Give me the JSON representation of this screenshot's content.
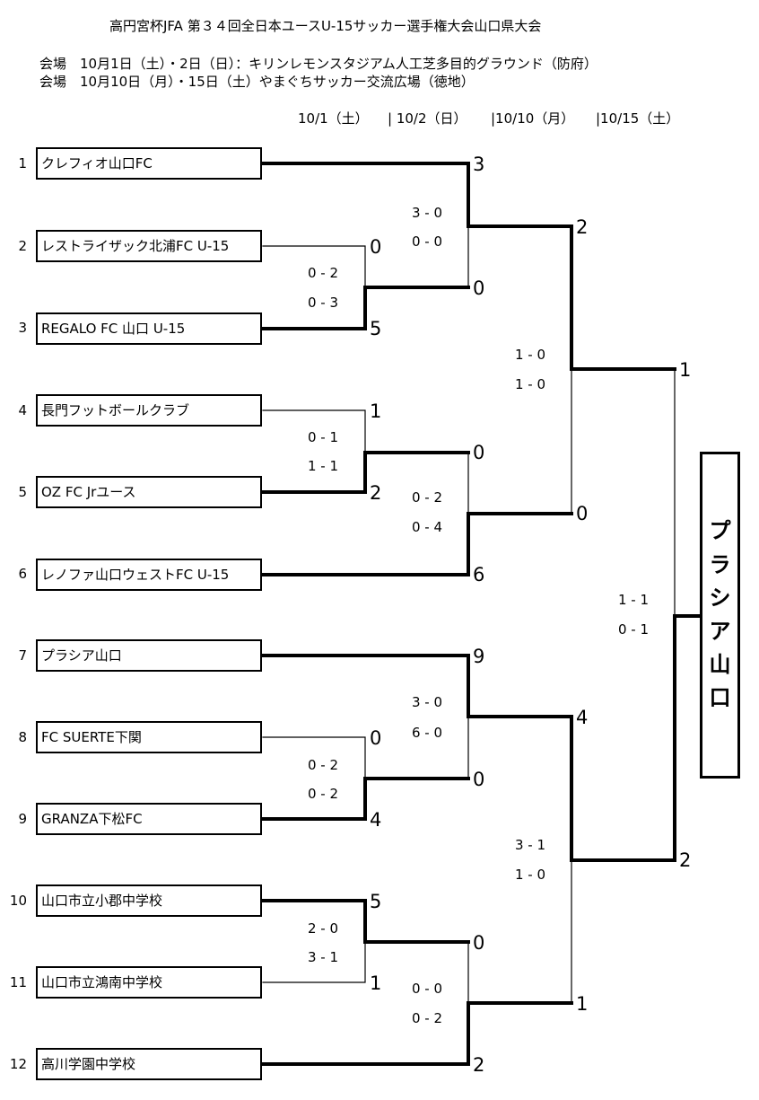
{
  "header": {
    "title": "高円宮杯JFA 第３４回全日本ユースU-15サッカー選手権大会山口県大会",
    "venue1": "会場　10月1日（土）・2日（日）：キリンレモンスタジアム人工芝多目的グラウンド（防府）",
    "venue2": "会場　10月10日（月）・15日（土）やまぐちサッカー交流広場（徳地）"
  },
  "rounds": [
    {
      "label": "10/1（土）"
    },
    {
      "label": "| 10/2（日）"
    },
    {
      "label": "|10/10（月）"
    },
    {
      "label": "|10/15（土）"
    }
  ],
  "teams": [
    {
      "num": "1",
      "name": "クレフィオ山口FC"
    },
    {
      "num": "2",
      "name": "レストライザック北浦FC U-15"
    },
    {
      "num": "3",
      "name": "REGALO FC 山口 U-15"
    },
    {
      "num": "4",
      "name": "長門フットボールクラブ"
    },
    {
      "num": "5",
      "name": "OZ FC Jrユース"
    },
    {
      "num": "6",
      "name": "レノファ山口ウェストFC U-15"
    },
    {
      "num": "7",
      "name": "プラシア山口"
    },
    {
      "num": "8",
      "name": "FC SUERTE下関"
    },
    {
      "num": "9",
      "name": "GRANZA下松FC"
    },
    {
      "num": "10",
      "name": "山口市立小郡中学校"
    },
    {
      "num": "11",
      "name": "山口市立鴻南中学校"
    },
    {
      "num": "12",
      "name": "高川学園中学校"
    }
  ],
  "r1": [
    {
      "top": "0",
      "bottom": "5",
      "h1": "0 - 2",
      "h2": "0 - 3"
    },
    {
      "top": "1",
      "bottom": "2",
      "h1": "0 - 1",
      "h2": "1 - 1"
    },
    {
      "top": "0",
      "bottom": "4",
      "h1": "0 - 2",
      "h2": "0 - 2"
    },
    {
      "top": "5",
      "bottom": "1",
      "h1": "2 - 0",
      "h2": "3 - 1"
    }
  ],
  "r2": [
    {
      "top": "3",
      "bottom": "0",
      "h1": "3 - 0",
      "h2": "0 - 0"
    },
    {
      "top": "0",
      "bottom": "6",
      "h1": "0 - 2",
      "h2": "0 - 4"
    },
    {
      "top": "9",
      "bottom": "0",
      "h1": "3 - 0",
      "h2": "6 - 0"
    },
    {
      "top": "0",
      "bottom": "2",
      "h1": "0 - 0",
      "h2": "0 - 2"
    }
  ],
  "sf": [
    {
      "top": "2",
      "bottom": "0",
      "h1": "1 - 0",
      "h2": "1 - 0"
    },
    {
      "top": "4",
      "bottom": "1",
      "h1": "3 - 1",
      "h2": "1 - 0"
    }
  ],
  "final": {
    "top": "1",
    "bottom": "2",
    "h1": "1 - 1",
    "h2": "0 - 1"
  },
  "champion": {
    "name": "プラシア山口",
    "chars": [
      "プ",
      "ラ",
      "シ",
      "ア",
      "山",
      "口"
    ]
  }
}
